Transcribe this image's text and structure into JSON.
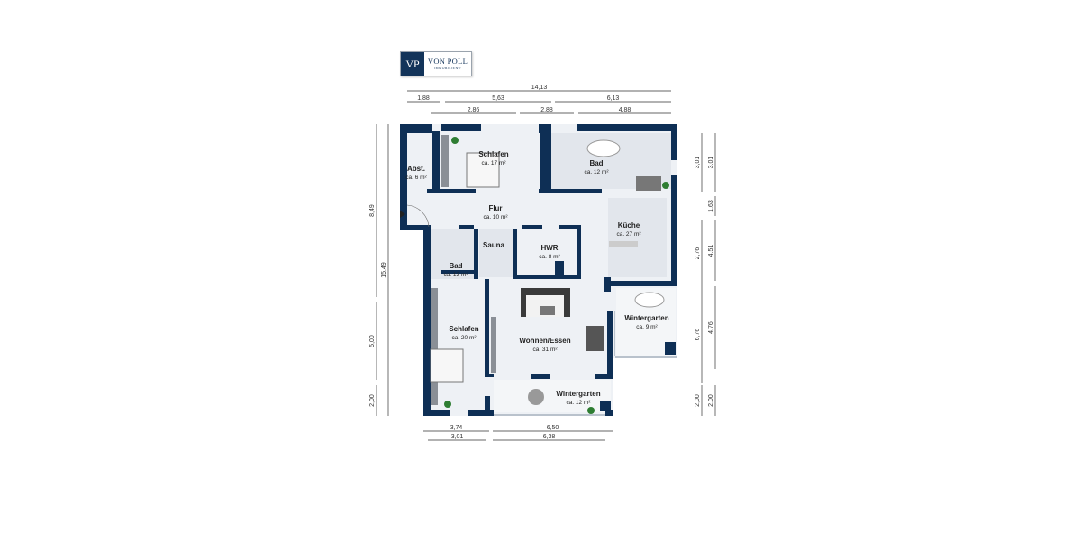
{
  "logo": {
    "initials": "VP",
    "name": "VON POLL",
    "subtitle": "IMMOBILIEN®"
  },
  "colors": {
    "wall": "#0e2f55",
    "floor": "#eef1f5",
    "tile": "#e2e6ec",
    "furniture": "#8a8f96",
    "plant": "#2e7d32"
  },
  "rooms": [
    {
      "name": "Schlafen",
      "area": "ca. 17 m²"
    },
    {
      "name": "Abst.",
      "area": "ca. 6 m²"
    },
    {
      "name": "Bad",
      "area": "ca. 12 m²"
    },
    {
      "name": "Flur",
      "area": "ca. 10 m²"
    },
    {
      "name": "Küche",
      "area": "ca. 27 m²"
    },
    {
      "name": "Sauna",
      "area": ""
    },
    {
      "name": "HWR",
      "area": "ca. 8 m²"
    },
    {
      "name": "Bad",
      "area": "ca. 13 m²"
    },
    {
      "name": "Wintergarten",
      "area": "ca. 9 m²"
    },
    {
      "name": "Schlafen",
      "area": "ca. 20 m²"
    },
    {
      "name": "Wohnen/Essen",
      "area": "ca. 31 m²"
    },
    {
      "name": "Wintergarten",
      "area": "ca. 12 m²"
    }
  ],
  "dimensions": {
    "top": [
      "14,13",
      "1,88",
      "5,63",
      "6,13",
      "2,86",
      "2,88",
      "4,88"
    ],
    "left": [
      "8,49",
      "5,00",
      "2,00",
      "15,49"
    ],
    "right_inner": [
      "3,01",
      "2,76",
      "6,76",
      "2,00"
    ],
    "right_outer": [
      "3,01",
      "1,63",
      "4,51",
      "4,76",
      "2,00"
    ],
    "bottom": [
      "3,74",
      "6,50",
      "3,01",
      "6,38"
    ]
  }
}
